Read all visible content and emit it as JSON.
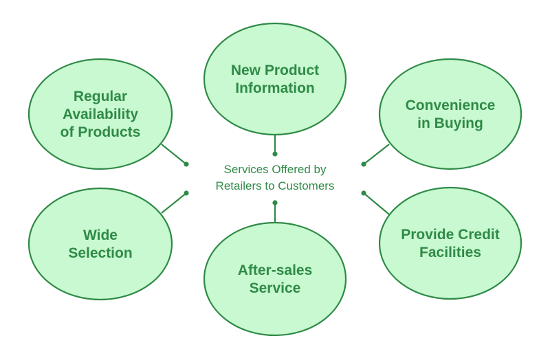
{
  "diagram": {
    "center_lines": [
      "Services Offered by",
      "Retailers to Customers"
    ],
    "colors": {
      "fill": "#c8f9d0",
      "stroke": "#2f8a47",
      "text": "#2f8a47",
      "background": "#ffffff"
    },
    "nodes": [
      {
        "id": "new-product-information",
        "lines": [
          "New Product",
          "Information"
        ]
      },
      {
        "id": "convenience-in-buying",
        "lines": [
          "Convenience",
          "in Buying"
        ]
      },
      {
        "id": "provide-credit-facilities",
        "lines": [
          "Provide Credit",
          "Facilities"
        ]
      },
      {
        "id": "after-sales-service",
        "lines": [
          "After-sales",
          "Service"
        ]
      },
      {
        "id": "wide-selection",
        "lines": [
          "Wide",
          "Selection"
        ]
      },
      {
        "id": "regular-availability-of-products",
        "lines": [
          "Regular",
          "Availability",
          "of Products"
        ]
      }
    ]
  }
}
